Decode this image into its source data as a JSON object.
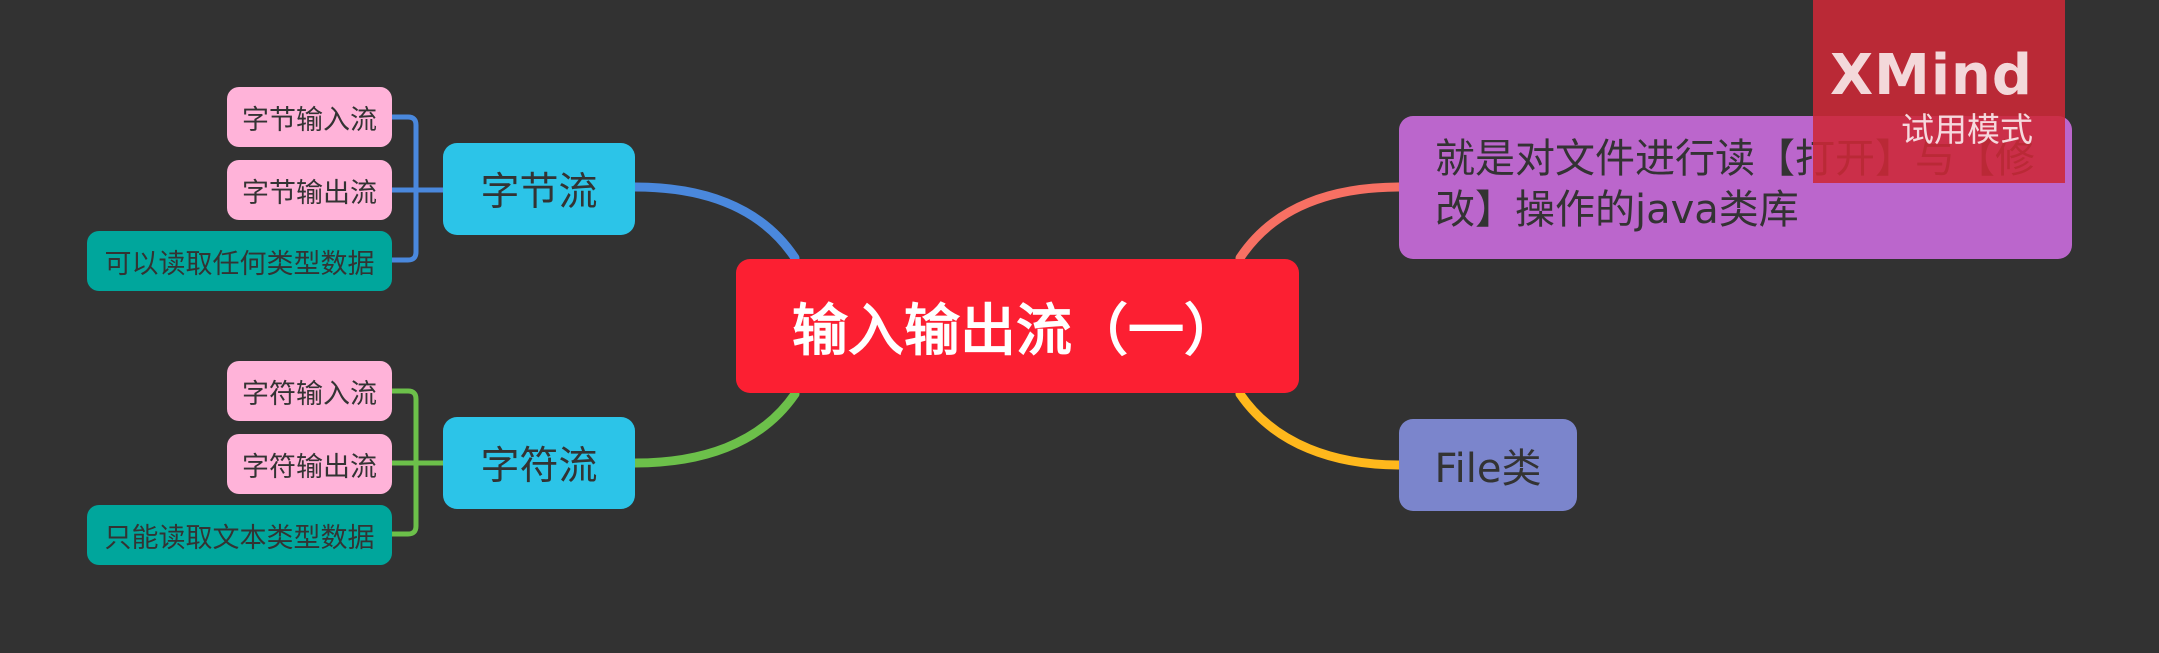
{
  "mindmap": {
    "central": "输入输出流（一）",
    "left": [
      {
        "label": "字节流",
        "children": [
          "字节输入流",
          "字节输出流",
          "可以读取任何类型数据"
        ]
      },
      {
        "label": "字符流",
        "children": [
          "字符输入流",
          "字符输出流",
          "只能读取文本类型数据"
        ]
      }
    ],
    "right": [
      {
        "label": "就是对文件进行读【打开】与【修改】操作的java类库"
      },
      {
        "label": "File类"
      }
    ]
  },
  "watermark": {
    "logo": "XMind",
    "mode": "试用模式"
  },
  "colors": {
    "background": "#323232",
    "central": "#fc1f32",
    "branch": "#2cc4e8",
    "leaf_pink": "#ffb3d9",
    "leaf_teal": "#00a69c",
    "right_purple": "#bb66cc",
    "right_blue": "#7b85cc",
    "connector_byte": "#4a88dd",
    "connector_char": "#6cc04a",
    "connector_desc": "#f77063",
    "connector_file": "#ffb81c"
  }
}
